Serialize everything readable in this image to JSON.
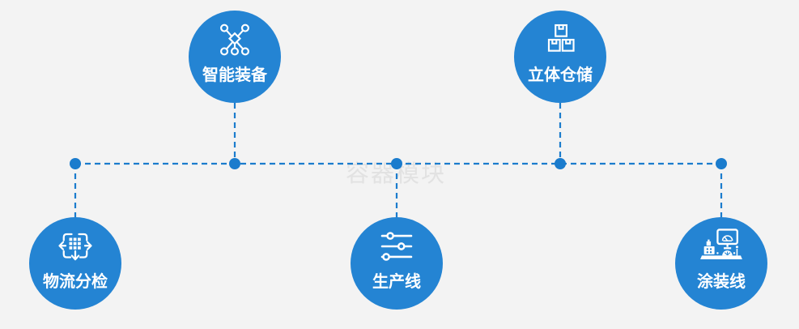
{
  "page": {
    "background_color": "#f3f3f3",
    "watermark": "容器模块"
  },
  "colors": {
    "node_fill": "#2484d3",
    "connector_blue": "#1b7ccd",
    "icon_white": "#ffffff",
    "label_white": "#ffffff",
    "watermark_gray": "#e2e2e2"
  },
  "nodes": [
    {
      "id": "smart-equipment",
      "label": "智能装备",
      "icon": "network-nodes-icon",
      "position": "top-left"
    },
    {
      "id": "stereo-warehouse",
      "label": "立体仓储",
      "icon": "stacked-boxes-icon",
      "position": "top-right"
    },
    {
      "id": "logistics-sorting",
      "label": "物流分检",
      "icon": "sorting-arrows-icon",
      "position": "bottom-left"
    },
    {
      "id": "production-line",
      "label": "生产线",
      "icon": "sliders-icon",
      "position": "bottom-center"
    },
    {
      "id": "coating-line",
      "label": "涂装线",
      "icon": "workstation-icon",
      "position": "bottom-right"
    }
  ],
  "connector": {
    "style": "dashed",
    "trunk": "horizontal line linking all five branches",
    "junction_dots": 5
  }
}
